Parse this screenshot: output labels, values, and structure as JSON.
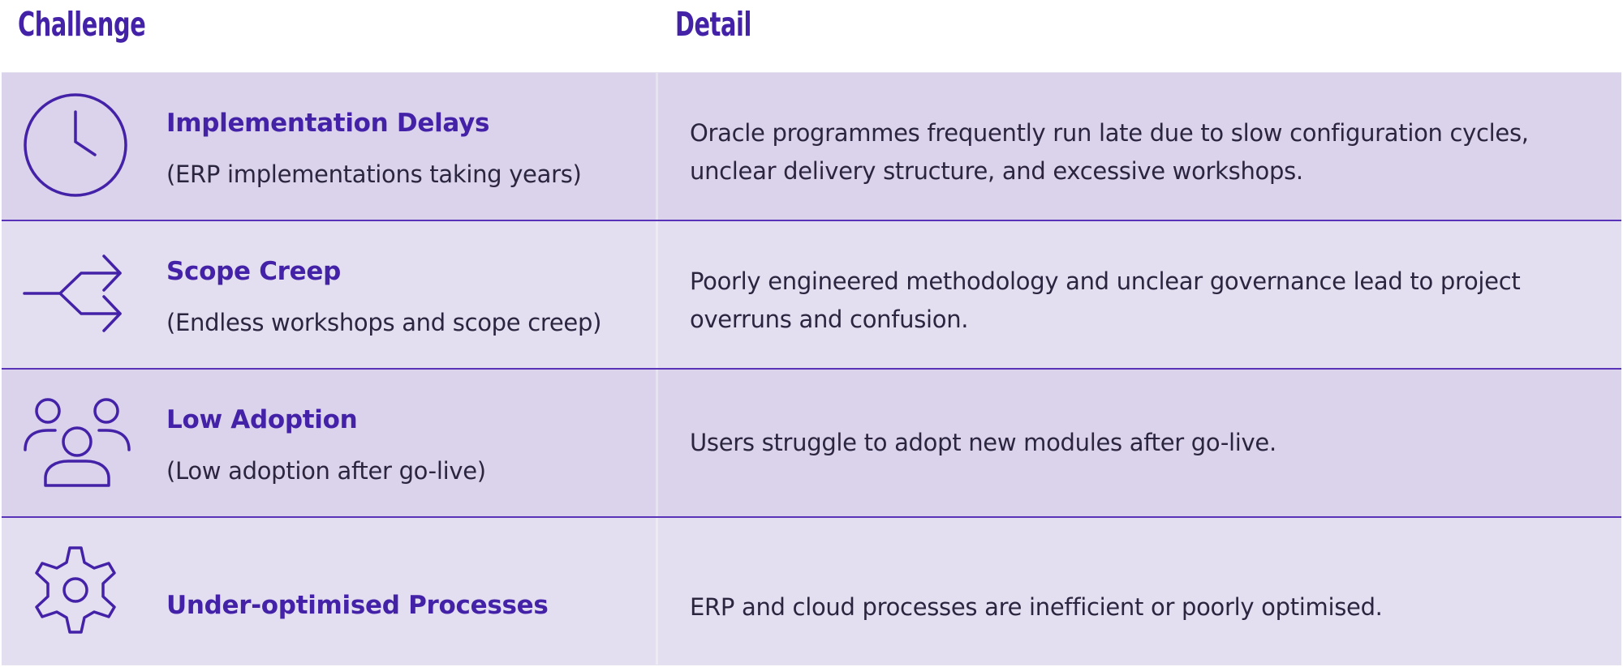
{
  "header": {
    "challenge": "Challenge",
    "detail": "Detail"
  },
  "rows": [
    {
      "icon": "clock-icon",
      "title": "Implementation Delays",
      "subtitle": "(ERP implementations taking years)",
      "detail": "Oracle programmes frequently run late due to slow configuration cycles, unclear delivery structure, and excessive workshops."
    },
    {
      "icon": "split-arrows-icon",
      "title": "Scope Creep",
      "subtitle": "(Endless workshops and scope creep)",
      "detail": "Poorly engineered methodology and unclear governance lead to project overruns and confusion."
    },
    {
      "icon": "users-group-icon",
      "title": "Low Adoption",
      "subtitle": "(Low adoption after go-live)",
      "detail": "Users struggle to adopt new modules after go-live."
    },
    {
      "icon": "gear-icon",
      "title": "Under-optimised Processes",
      "subtitle": "",
      "detail": "ERP and cloud processes are inefficient or poorly optimised."
    }
  ],
  "colors": {
    "accent": "#4422a8",
    "row_a": "#dbd3eb",
    "row_b": "#e3dff0",
    "text": "#2b2540"
  }
}
